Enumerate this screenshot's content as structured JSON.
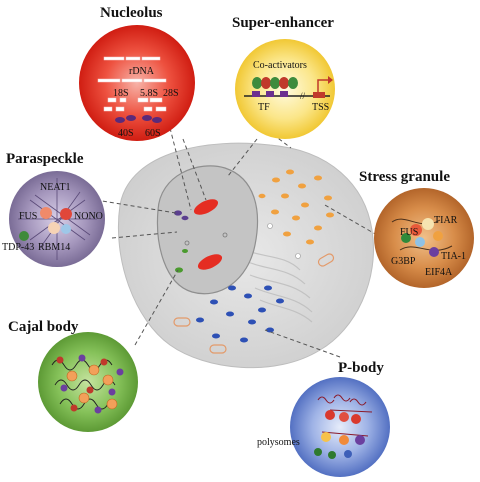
{
  "titles": {
    "nucleolus": "Nucleolus",
    "super_enhancer": "Super-enhancer",
    "paraspeckle": "Paraspeckle",
    "stress_granule": "Stress granule",
    "cajal_body": "Cajal body",
    "p_body": "P-body"
  },
  "nucleolus": {
    "rdna": "rDNA",
    "r18s": "18S",
    "r58s": "5.8S",
    "r28s": "28S",
    "r40s": "40S",
    "r60s": "60S"
  },
  "super_enhancer": {
    "coactivators": "Co-activators",
    "tf": "TF",
    "tss": "TSS"
  },
  "paraspeckle": {
    "neat1": "NEAT1",
    "fus": "FUS",
    "nono": "NONO",
    "tdp43": "TDP-43",
    "rbm14": "RBM14"
  },
  "stress_granule": {
    "tiar": "TIAR",
    "fus": "FUS",
    "g3bp": "G3BP",
    "tia1": "TIA-1",
    "eif4a": "EIF4A"
  },
  "p_body": {
    "polysomes": "polysomes"
  },
  "colors": {
    "nucleolus": "#e52d22",
    "super_enhancer": "#f6d64a",
    "paraspeckle": "#8d80a8",
    "stress_granule": "#c97a3c",
    "cajal_body": "#6fae45",
    "p_body": "#5b79c8",
    "cell": "#d9d9d9"
  }
}
